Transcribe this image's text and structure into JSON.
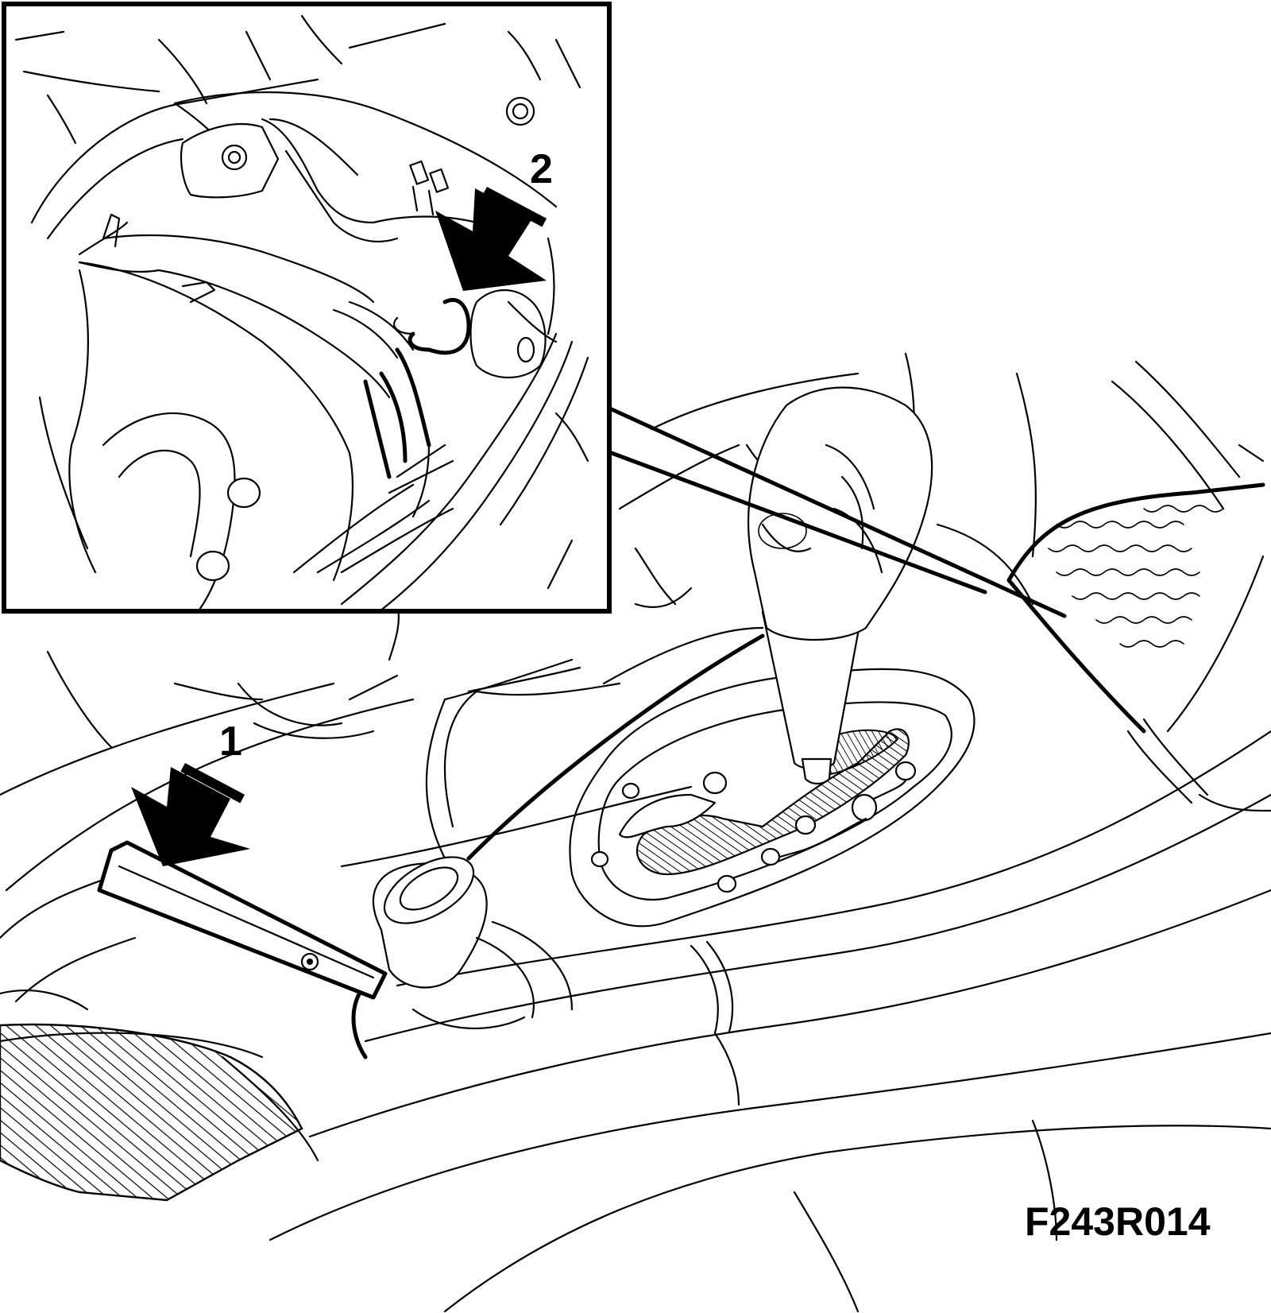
{
  "figure": {
    "code": "F243R014",
    "callouts": [
      {
        "id": "1",
        "label": "1"
      },
      {
        "id": "2",
        "label": "2"
      }
    ]
  }
}
